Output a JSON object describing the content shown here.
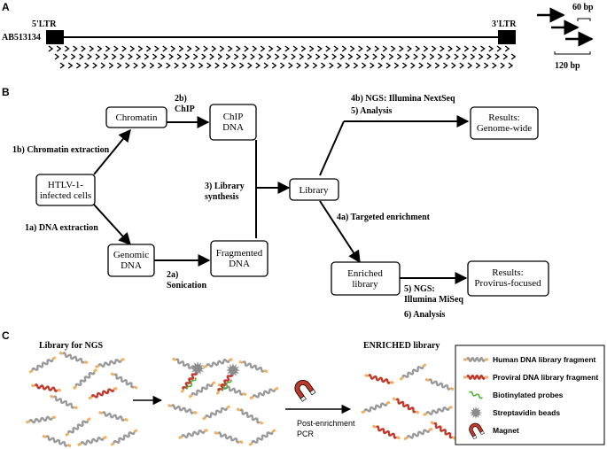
{
  "panel_a": {
    "label": "A",
    "accession": "AB513134",
    "ltr5": "5'LTR",
    "ltr3": "3'LTR",
    "bp60": "60 bp",
    "bp120": "120 bp"
  },
  "panel_b": {
    "label": "B",
    "nodes": {
      "cells": "HTLV-1-\ninfected cells",
      "chromatin": "Chromatin",
      "chip_dna": "ChIP\nDNA",
      "genomic_dna": "Genomic\nDNA",
      "fragmented_dna": "Fragmented\nDNA",
      "library": "Library",
      "results_genome": "Results:\nGenome-wide",
      "enriched_library": "Enriched\nlibrary",
      "results_provirus": "Results:\nProvirus-focused"
    },
    "steps": {
      "chromatin_extraction": "1b) Chromatin extraction",
      "dna_extraction": "1a) DNA extraction",
      "chip": "2b)\nChIP",
      "sonication": "2a)\nSonication",
      "library_synthesis": "3) Library\nsynthesis",
      "nextseq": "4b) NGS: Illumina NextSeq",
      "analysis_top": "5) Analysis",
      "targeted_enrichment": "4a) Targeted enrichment",
      "miseq": "5) NGS:\nIllumina MiSeq",
      "analysis_bottom": "6) Analysis"
    }
  },
  "panel_c": {
    "label": "C",
    "library_title": "Library for NGS",
    "enriched_title": "ENRICHED library",
    "pcr_label": "Post-enrichment\nPCR",
    "legend": [
      {
        "icon": "human-fragment-icon",
        "text": "Human DNA library fragment",
        "color": "#9a9a9a"
      },
      {
        "icon": "proviral-fragment-icon",
        "text": "Proviral DNA library fragment",
        "color": "#c0392b"
      },
      {
        "icon": "biotinylated-probe-icon",
        "text": "Biotinylated probes",
        "color": "#4caf3a"
      },
      {
        "icon": "streptavidin-bead-icon",
        "text": "Streptavidin beads",
        "color": "#8c8c8c"
      },
      {
        "icon": "magnet-icon",
        "text": "Magnet",
        "color": "#c0392b"
      }
    ]
  },
  "colors": {
    "human": "#9a9a9a",
    "proviral": "#c0392b",
    "probe": "#4caf3a",
    "bead": "#8c8c8c",
    "tips": "#f0b060",
    "magnet": "#c0392b"
  }
}
